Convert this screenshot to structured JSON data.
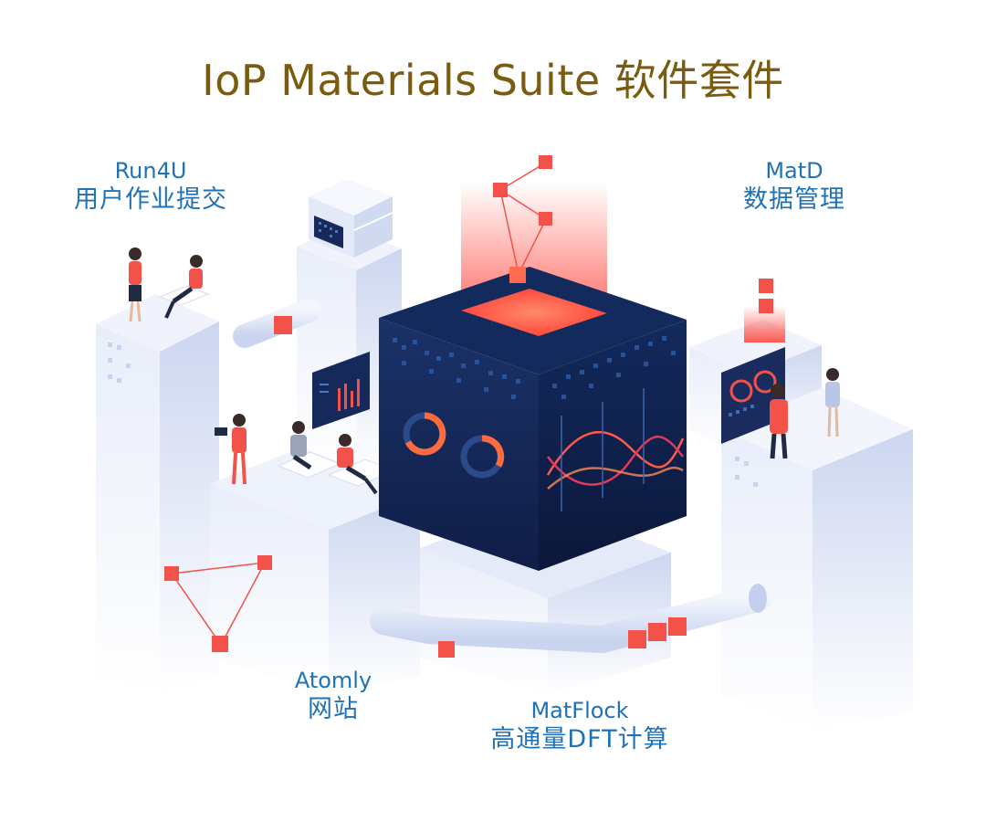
{
  "title": "IoP Materials Suite 软件套件",
  "modules": {
    "run4u": {
      "name": "Run4U",
      "desc": "用户作业提交"
    },
    "matd": {
      "name": "MatD",
      "desc": "数据管理"
    },
    "atomly": {
      "name": "Atomly",
      "desc": "网站"
    },
    "matflock": {
      "name": "MatFlock",
      "desc": "高通量DFT计算"
    }
  },
  "colors": {
    "title": "#7a5c10",
    "label": "#1f72b6",
    "cube_dark": "#0f2350",
    "cube_glow": "#ff4a3a",
    "node": "#f2524a",
    "building": "#dfe6f7"
  }
}
